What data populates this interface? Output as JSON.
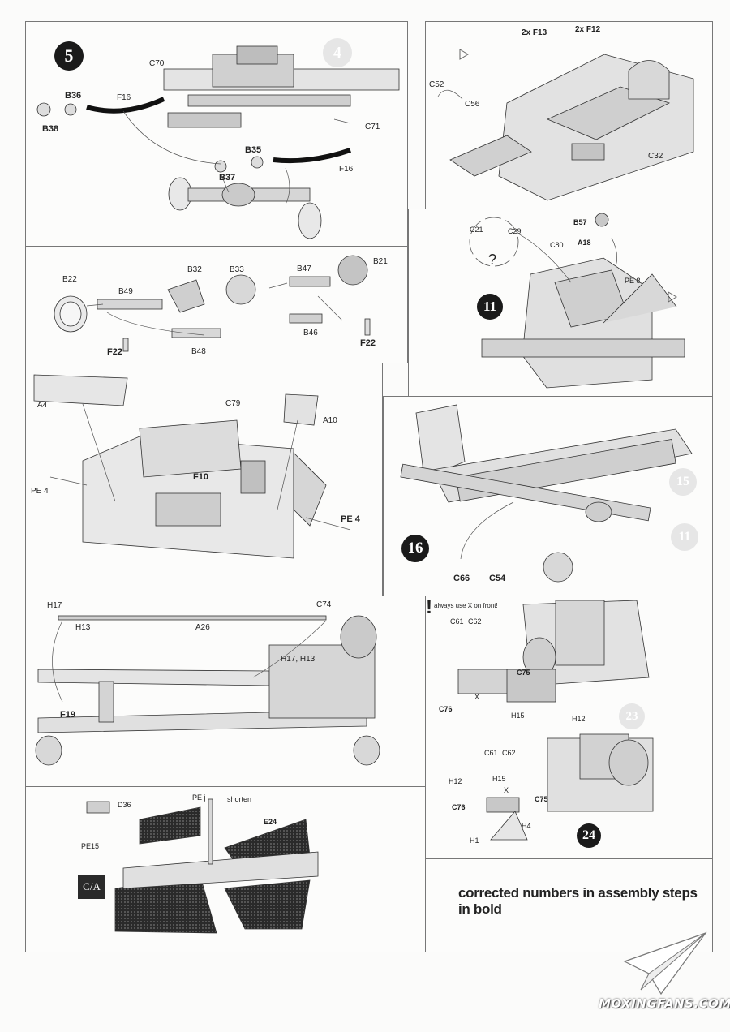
{
  "panel_step5": {
    "step": "5",
    "ref": "4",
    "labels": [
      "C70",
      "B36",
      "F16",
      "B38",
      "C71",
      "B35",
      "B37",
      "F16"
    ]
  },
  "panel_top_right": {
    "labels": [
      "2x F13",
      "2x F12",
      "C52",
      "C56",
      "C32"
    ]
  },
  "panel_axle": {
    "labels": [
      "B22",
      "B32",
      "B33",
      "B47",
      "B21",
      "B49",
      "B46",
      "F22",
      "B48",
      "F22"
    ]
  },
  "panel_step11": {
    "step": "11",
    "question": "?",
    "labels": [
      "C21",
      "C29",
      "C80",
      "B57",
      "A18",
      "PE 8"
    ]
  },
  "panel_cab": {
    "labels": [
      "A4",
      "C79",
      "A10",
      "PE 4",
      "F10",
      "PE 4"
    ]
  },
  "panel_step16": {
    "step": "16",
    "refs": [
      "15",
      "11"
    ],
    "labels": [
      "C66",
      "C54"
    ]
  },
  "panel_frame": {
    "labels": [
      "H17",
      "C74",
      "H13",
      "A26",
      "H17, H13",
      "F19"
    ]
  },
  "panel_step23": {
    "ref": "23",
    "warning_mark": "!",
    "warning": "always use X on front!",
    "labels": [
      "C61",
      "C62",
      "C75",
      "X",
      "C76",
      "H15",
      "H12"
    ]
  },
  "panel_step24": {
    "step": "24",
    "labels": [
      "C61",
      "C62",
      "H12",
      "H15",
      "X",
      "C76",
      "C75",
      "H4",
      "H1"
    ]
  },
  "panel_ca": {
    "badge": "C/A",
    "labels": [
      "D36",
      "PE j",
      "shorten",
      "E24",
      "PE15"
    ]
  },
  "note": "corrected numbers in assembly steps in bold",
  "watermark": "MOXINGFANS.COM"
}
